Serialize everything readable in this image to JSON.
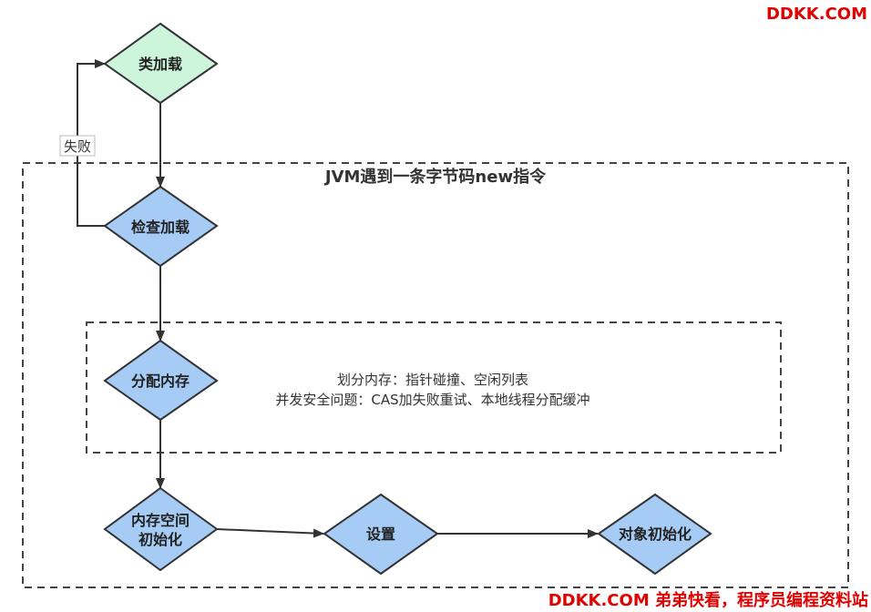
{
  "nodes": {
    "class_load": {
      "label": "类加载",
      "fill": "#ccf5dc"
    },
    "check_load": {
      "label": "检查加载",
      "fill": "#a6cbf5"
    },
    "alloc_mem": {
      "label": "分配内存",
      "fill": "#a6cbf5"
    },
    "mem_zero": {
      "label_lines": [
        "内存空间",
        "初始化"
      ],
      "fill": "#a6cbf5"
    },
    "setup": {
      "label": "设置",
      "fill": "#a6cbf5"
    },
    "obj_init": {
      "label": "对象初始化",
      "fill": "#a6cbf5"
    }
  },
  "outer_frame": {
    "title": "JVM遇到一条字节码new指令"
  },
  "inner_frame": {
    "lines": [
      "划分内存：指针碰撞、空闲列表",
      "并发安全问题：CAS加失败重试、本地线程分配缓冲"
    ]
  },
  "edges": {
    "fail_label": "失败"
  },
  "watermarks": {
    "top": "DDKK.COM",
    "bottom": "DDKK.COM 弟弟快看，程序员编程资料站"
  },
  "colors": {
    "stroke": "#333333",
    "dash": "#444444",
    "watermark": "#e00000"
  }
}
